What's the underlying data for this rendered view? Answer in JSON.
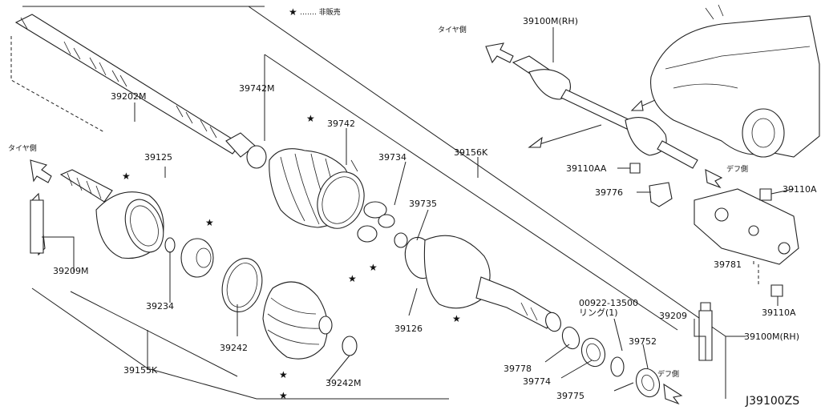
{
  "legend": {
    "star": "★",
    "text": "……. 非販売"
  },
  "directions": {
    "tire_side": "タイヤ側",
    "diff_side": "デフ側"
  },
  "labels": {
    "p39100M_RH_top": "39100M(RH)",
    "p39202M": "39202M",
    "p39742M": "39742M",
    "p39742": "39742",
    "p39734": "39734",
    "p39156K": "39156K",
    "p39125": "39125",
    "p39735": "39735",
    "p39110AA": "39110AA",
    "p39776": "39776",
    "p39110A_top": "39110A",
    "p39781": "39781",
    "p39110A_bottom": "39110A",
    "p39209M": "39209M",
    "p39234": "39234",
    "p39126": "39126",
    "p00922": "00922-13500",
    "p00922_note": "リング(1)",
    "p39209": "39209",
    "p39100M_RH_bottom": "39100M(RH)",
    "p39242": "39242",
    "p39778": "39778",
    "p39774": "39774",
    "p39752": "39752",
    "p39155K": "39155K",
    "p39242M": "39242M",
    "p39775": "39775"
  },
  "ref_code": "J39100ZS"
}
